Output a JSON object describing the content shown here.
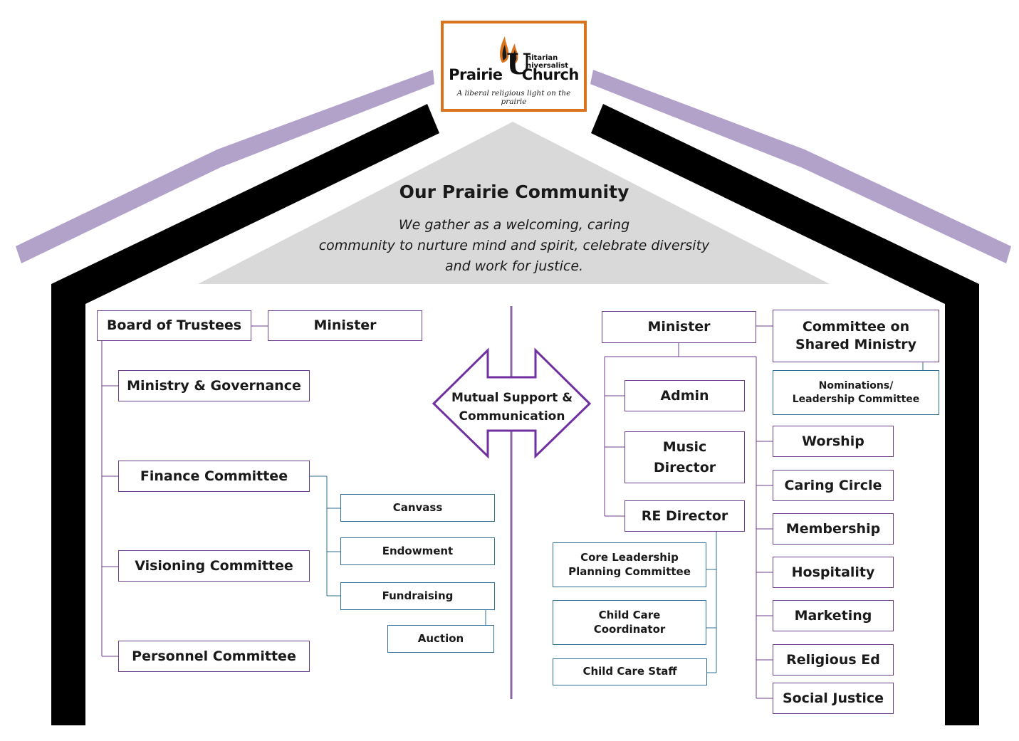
{
  "logo": {
    "line1": "nitarian",
    "line2": "niversalist",
    "u_letter": "U",
    "name": "Prairie    Church",
    "tagline": "A liberal religious light on the prairie",
    "border_color": "#d9731e"
  },
  "community": {
    "title": "Our Prairie Community",
    "lines": [
      "We gather as a welcoming, caring",
      "community to nurture mind and spirit, celebrate diversity",
      "and work for justice."
    ]
  },
  "center": {
    "arrow_label": [
      "Mutual Support &",
      "Communication"
    ]
  },
  "left": {
    "board": "Board of Trustees",
    "minister": "Minister",
    "committees": [
      "Ministry & Governance",
      "Finance Committee",
      "Visioning Committee",
      "Personnel Committee"
    ],
    "finance_sub": [
      "Canvass",
      "Endowment",
      "Fundraising"
    ],
    "fundraising_sub": "Auction"
  },
  "right": {
    "minister": "Minister",
    "shared_ministry": [
      "Committee on",
      "Shared Ministry"
    ],
    "nominations": [
      "Nominations/",
      "Leadership Committee"
    ],
    "staff": [
      "Admin",
      "Music Director",
      "RE Director"
    ],
    "music_lines": [
      "Music",
      "Director"
    ],
    "re_sub": [
      [
        "Core Leadership",
        "Planning Committee"
      ],
      [
        "Child Care",
        "Coordinator"
      ],
      [
        "Child Care Staff"
      ]
    ],
    "committees": [
      "Worship",
      "Caring Circle",
      "Membership",
      "Hospitality",
      "Marketing",
      "Religious Ed",
      "Social Justice"
    ]
  },
  "colors": {
    "roof": "#b2a1c9",
    "walls": "#000000",
    "gable": "#d9d9d9",
    "purple_line": "#6e3e8e",
    "blue_line": "#2e6f95",
    "arrow": "#7030a0"
  }
}
